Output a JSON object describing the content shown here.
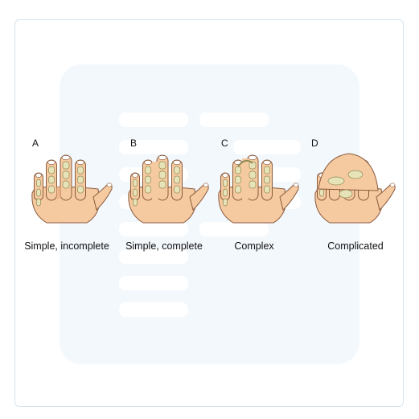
{
  "figure": {
    "panels": [
      {
        "letter": "A",
        "label": "Simple, incomplete",
        "type": "simple-incomplete"
      },
      {
        "letter": "B",
        "label": "Simple, complete",
        "type": "simple-complete"
      },
      {
        "letter": "C",
        "label": "Complex",
        "type": "complex"
      },
      {
        "letter": "D",
        "label": "Complicated",
        "type": "complicated"
      }
    ]
  },
  "colors": {
    "skin": "#f6caa0",
    "skin_shadow": "#e9ad7f",
    "outline": "#8a5a3c",
    "bone": "#e7e3b8",
    "bone_outline": "#8f8a55",
    "nail": "#ffffff",
    "frame_border": "#d6e4f0",
    "backdrop": "#f3f8fd"
  }
}
